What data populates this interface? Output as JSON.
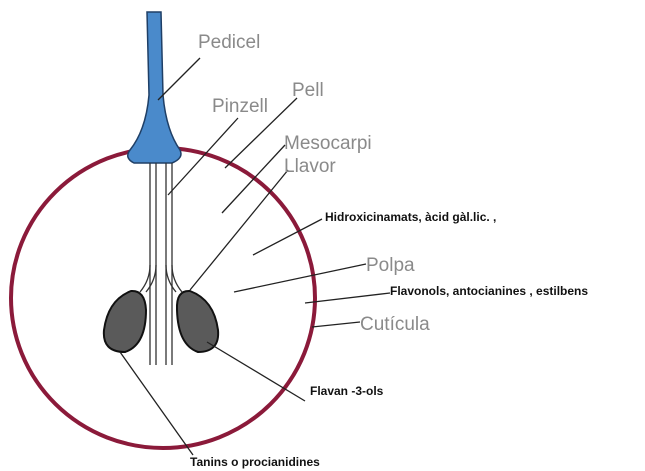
{
  "labels": {
    "pedicel": "Pedicel",
    "pell": "Pell",
    "pinzell": "Pinzell",
    "mesocarpi": "Mesocarpi",
    "llavor": "Llavor",
    "polpa": "Polpa",
    "cuticula": "Cutícula"
  },
  "compounds": {
    "hidroxicinamats": "Hidroxicinamats, àcid gàl.lic.   ,",
    "flavonols_bold": "Flavonols",
    "flavonols_rest": ", antocianines , estilbens",
    "flavan": "Flavan -3-ols",
    "tanins": "Tanins o  procianidines"
  },
  "colors": {
    "skin": "#8b1a3a",
    "stem": "#4a8acb",
    "seed": "#5a5a5a",
    "line": "#222222",
    "label_gray": "#8a8a8a"
  }
}
